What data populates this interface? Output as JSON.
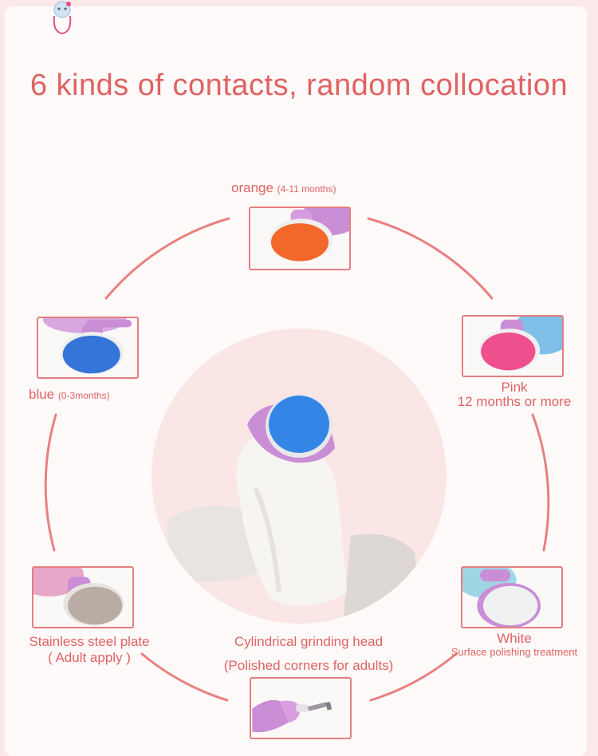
{
  "title": "6 kinds of contacts, random collocation",
  "colors": {
    "accent": "#e06262",
    "ring": "#e88080",
    "orange": "#f4672b",
    "blue": "#3574d9",
    "pink": "#ef4f8c",
    "white": "#f1f1f1",
    "steel": "#b8aca4",
    "lavender": "#c98ed6"
  },
  "heads": {
    "orange": {
      "name": "orange",
      "note": "(4-11 months)"
    },
    "blue": {
      "name": "blue",
      "note": "(0-3months)"
    },
    "pink": {
      "line1": "Pink",
      "line2": "12 months or more"
    },
    "white": {
      "line1": "White",
      "line2": "Surface polishing treatment"
    },
    "steel": {
      "line1": "Stainless steel plate",
      "line2": "( Adult apply )"
    },
    "cylinder": {
      "line1": "Cylindrical grinding head",
      "line2": "(Polished corners for adults)"
    }
  }
}
